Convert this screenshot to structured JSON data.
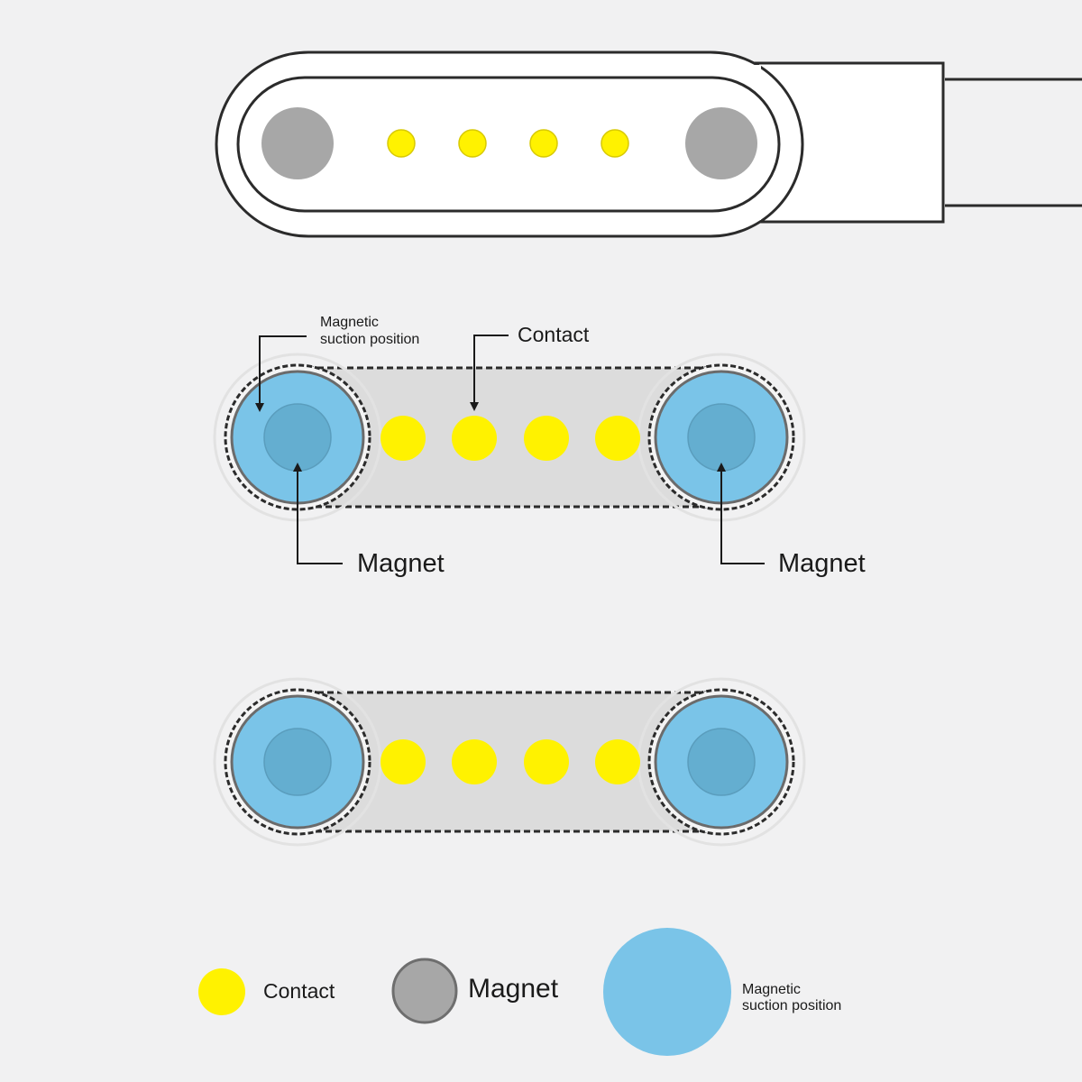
{
  "colors": {
    "background": "#f1f1f2",
    "contact": "#fff200",
    "magnet": "#a7a7a7",
    "suction": "#7ac4e8",
    "magnet_core": "#64aed0",
    "outline": "#2b2b2b"
  },
  "icons": {
    "arrow": "arrow-up-icon",
    "contact_dot": "contact-dot-icon",
    "magnet_dot": "magnet-dot-icon"
  },
  "top_connector": {
    "contact_count": 4,
    "magnet_count": 2
  },
  "annotated_connector": {
    "suction_label_line1": "Magnetic",
    "suction_label_line2": "suction position",
    "contact_label": "Contact",
    "magnet_left_label": "Magnet",
    "magnet_right_label": "Magnet",
    "contact_count": 4
  },
  "plain_connector": {
    "contact_count": 4
  },
  "legend": {
    "contact_label": "Contact",
    "magnet_label": "Magnet",
    "suction_label_line1": "Magnetic",
    "suction_label_line2": "suction position"
  }
}
